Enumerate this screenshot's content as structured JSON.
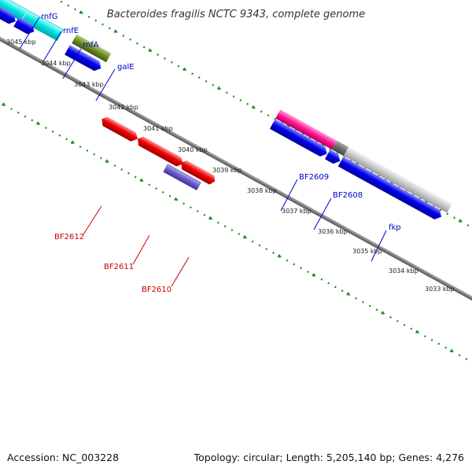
{
  "title": "Bacteroides fragilis NCTC 9343, complete genome",
  "footer": {
    "accession": "Accession: NC_003228",
    "summary": "Topology: circular; Length: 5,205,140 bp; Genes: 4,276"
  },
  "colors": {
    "backbone": "#7f7f7f",
    "tick": "#1a8a1a",
    "label_blue": "#0000cc",
    "label_red": "#cc0000",
    "cds_blue": "#0000ee",
    "cds_red": "#ee0000",
    "rna_cyan": "#00e5e5",
    "olive": "#6b8e23",
    "magenta": "#ff1493",
    "slate": "#6a5acd",
    "grey_light": "#c8c8c8",
    "grey_dark": "#6e6e6e"
  },
  "kbp_ticks": [
    "3045 kbp",
    "3044 kbp",
    "3043 kbp",
    "3042 kbp",
    "3041 kbp",
    "3040 kbp",
    "3039 kbp",
    "3038 kbp",
    "3037 kbp",
    "3036 kbp",
    "3035 kbp",
    "3034 kbp",
    "3033 kbp"
  ],
  "gene_labels": {
    "rnfG": "rnfG",
    "rnfE": "rnfE",
    "rnfA": "rnfA",
    "galE": "galE",
    "BF2609": "BF2609",
    "BF2608": "BF2608",
    "fkp": "fkp",
    "BF2612": "BF2612",
    "BF2611": "BF2611",
    "BF2610": "BF2610"
  }
}
